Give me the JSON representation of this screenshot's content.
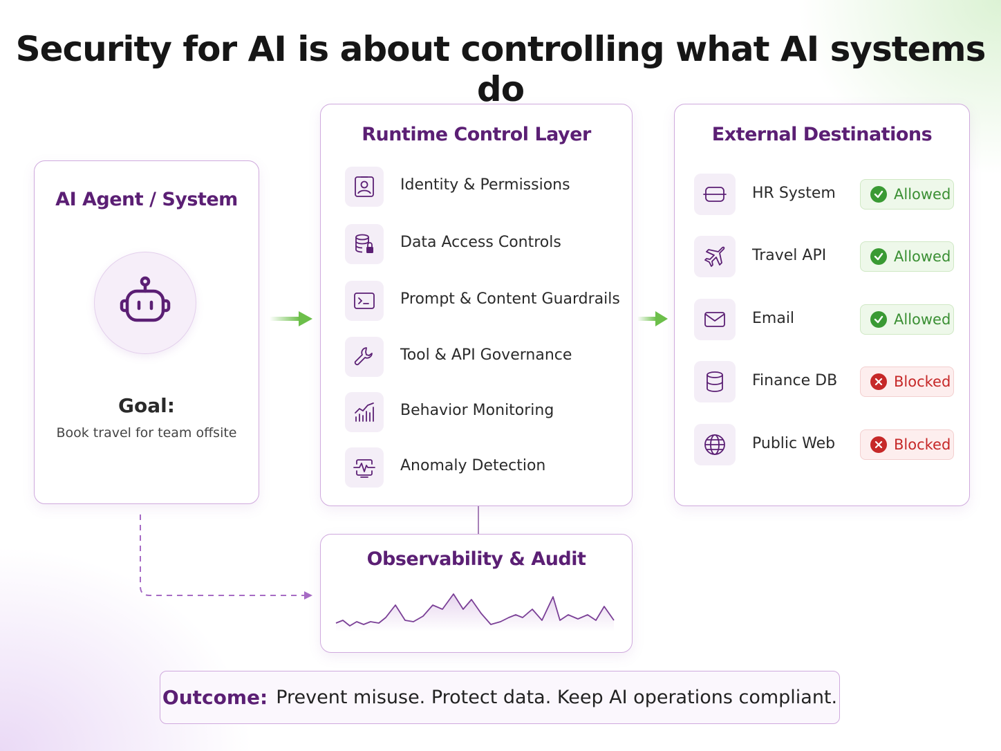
{
  "title": "Security for AI is about controlling what AI systems do",
  "agent": {
    "title": "AI Agent / System",
    "icon": "robot-icon",
    "goal_label": "Goal:",
    "goal_text": "Book travel for team offsite"
  },
  "runtime": {
    "title": "Runtime Control Layer",
    "items": [
      {
        "label": "Identity & Permissions",
        "icon": "id-badge-icon"
      },
      {
        "label": "Data Access Controls",
        "icon": "database-lock-icon"
      },
      {
        "label": "Prompt & Content Guardrails",
        "icon": "terminal-prompt-icon"
      },
      {
        "label": "Tool & API Governance",
        "icon": "wrench-icon"
      },
      {
        "label": "Behavior Monitoring",
        "icon": "bar-chart-icon"
      },
      {
        "label": "Anomaly Detection",
        "icon": "pulse-monitor-icon"
      }
    ]
  },
  "external": {
    "title": "External Destinations",
    "items": [
      {
        "label": "HR System",
        "icon": "server-icon",
        "status": "Allowed",
        "state": "allowed"
      },
      {
        "label": "Travel API",
        "icon": "airplane-icon",
        "status": "Allowed",
        "state": "allowed"
      },
      {
        "label": "Email",
        "icon": "envelope-icon",
        "status": "Allowed",
        "state": "allowed"
      },
      {
        "label": "Finance DB",
        "icon": "database-icon",
        "status": "Blocked",
        "state": "blocked"
      },
      {
        "label": "Public Web",
        "icon": "globe-icon",
        "status": "Blocked",
        "state": "blocked"
      }
    ]
  },
  "observability": {
    "title": "Observability & Audit"
  },
  "outcome": {
    "label": "Outcome:",
    "text": "Prevent misuse.  Protect data. Keep AI operations compliant."
  },
  "colors": {
    "accent": "#5b1f74",
    "border": "#cfa9dd",
    "allowed": "#3a9a34",
    "blocked": "#c62828",
    "flow_arrow": "#6cbf4a"
  }
}
